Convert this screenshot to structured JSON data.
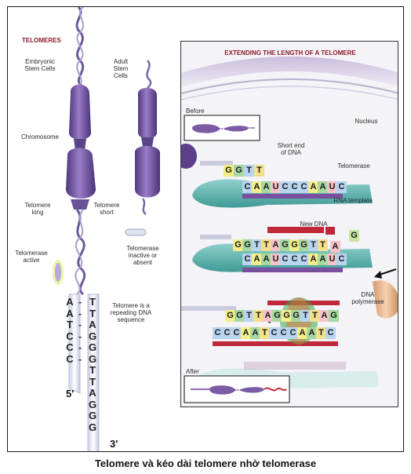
{
  "left": {
    "title": "TELOMERES",
    "embryonic": "Embryonic Stem Cells",
    "adult": "Adult Stem Cells",
    "chromosome": "Chromosome",
    "telomere_long": "Telomere long",
    "telomere_short": "Telomere short",
    "telomerase_active": "Telomerase active",
    "telomerase_inactive": "Telomerase inactive or absent",
    "repeating": "Telomere is a repeating DNA sequence",
    "strand_left": [
      "A",
      "A",
      "T",
      "C",
      "C",
      "C"
    ],
    "strand_right": [
      "T",
      "T",
      "A",
      "G",
      "G",
      "G",
      "T",
      "T",
      "A",
      "G",
      "G",
      "G"
    ],
    "dashes": [
      "-",
      "-",
      "-",
      "-",
      "-",
      "-"
    ],
    "prime5": "5'",
    "prime3": "3'"
  },
  "right": {
    "title": "EXTENDING THE LENGTH OF A TELOMERE",
    "before": "Before",
    "nucleus": "Nucleus",
    "short_end": "Short end of DNA",
    "telomerase": "Telomerase",
    "rna_template": "RNA template",
    "new_dna": "New DNA",
    "dna_polymerase": "DNA polymerase",
    "after": "After",
    "row1_top": [
      "G",
      "G",
      "T",
      "T"
    ],
    "row1_bottom": [
      "C",
      "A",
      "A",
      "U",
      "C",
      "C",
      "C",
      "A",
      "A",
      "U",
      "C"
    ],
    "row2_top": [
      "G",
      "G",
      "T",
      "T",
      "A",
      "G",
      "G",
      "G",
      "T",
      "T"
    ],
    "row2_extra": [
      "A",
      "G"
    ],
    "row2_bottom": [
      "C",
      "A",
      "A",
      "U",
      "C",
      "C",
      "C",
      "A",
      "A",
      "U",
      "C"
    ],
    "row3_top": [
      "G",
      "G",
      "T",
      "T",
      "A",
      "G",
      "G",
      "G",
      "T",
      "T",
      "A",
      "G"
    ],
    "row3_bottom": [
      "C",
      "C",
      "C",
      "A",
      "A",
      "T",
      "C",
      "C",
      "C",
      "A",
      "A",
      "T",
      "C"
    ]
  },
  "caption": "Telomere và kéo dài telomere nhờ telomerase",
  "colors": {
    "chromosome": "#7b5aa6",
    "telomerase_teal": "#5fb5b0",
    "red_strand": "#c0283a",
    "purple_strand": "#7a4f9e",
    "panel_title": "#8b1a2b"
  }
}
